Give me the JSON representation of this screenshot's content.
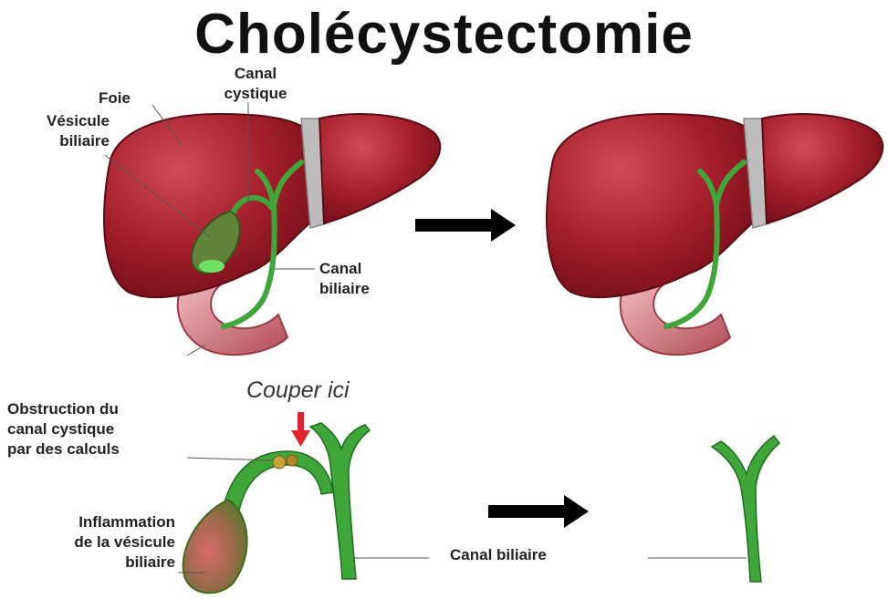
{
  "title": "Cholécystectomie",
  "labels": {
    "foie": "Foie",
    "vesicule": [
      "Vésicule",
      "biliaire"
    ],
    "canal_cystique": [
      "Canal",
      "cystique"
    ],
    "canal_biliaire_top": [
      "Canal",
      "biliaire"
    ],
    "couper_ici": "Couper ici",
    "obstruction": [
      "Obstruction du",
      "canal cystique",
      "par des calculs"
    ],
    "inflammation": [
      "Inflammation",
      "de la vésicule",
      "biliaire"
    ],
    "canal_biliaire_bottom": "Canal biliaire"
  },
  "colors": {
    "liver": "#a31d2b",
    "liver_dark": "#6e0e18",
    "liver_light": "#c94552",
    "duct": "#3fa63a",
    "duct_dark": "#1f6e1f",
    "gallbladder": "#5d8a3a",
    "ligament": "#b9b9b9",
    "duodenum": "#e8a7a7",
    "duodenum_dark": "#b24a55",
    "arrow": "#000000",
    "cut_marker": "#e0242b"
  }
}
